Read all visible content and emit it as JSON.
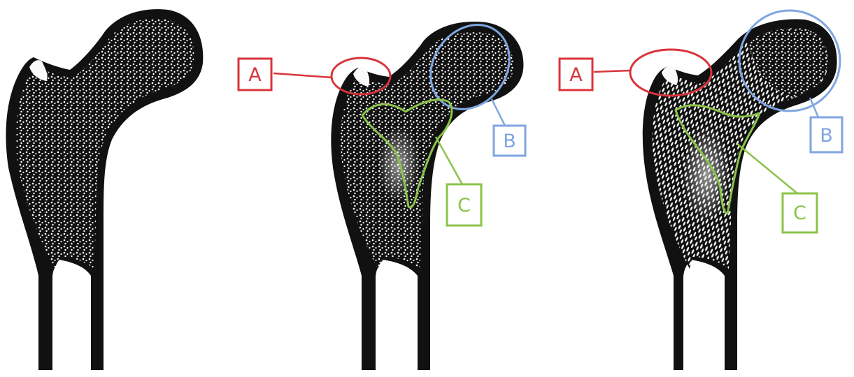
{
  "colors": {
    "bone": "#111111",
    "pore": "#ffffff",
    "red": "#d8343b",
    "blue": "#7fa6e0",
    "green": "#8bc34a",
    "background": "#ffffff"
  },
  "labels": {
    "a": "A",
    "b": "B",
    "c": "C"
  },
  "femurs": [
    {
      "name": "femur-1"
    },
    {
      "name": "femur-2"
    },
    {
      "name": "femur-3"
    }
  ]
}
